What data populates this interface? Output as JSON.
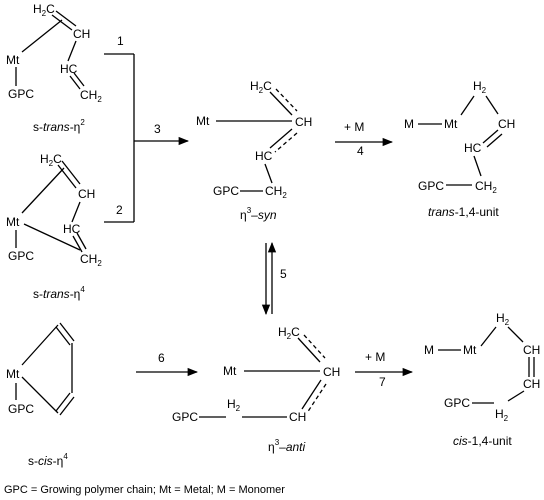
{
  "structures": {
    "s_trans_eta2": {
      "ch2_top": "H2C",
      "ch_upper": "CH",
      "mt": "Mt",
      "hc_lower": "HC",
      "gpc": "GPC",
      "ch2_bottom": "CH2",
      "caption": {
        "prefix": "s-",
        "italic": "trans",
        "mid": "-η",
        "sup": "2"
      }
    },
    "s_trans_eta4": {
      "ch2_top": "H2C",
      "ch_upper": "CH",
      "mt": "Mt",
      "hc_lower": "HC",
      "gpc": "GPC",
      "ch2_bottom": "CH2",
      "caption": {
        "prefix": "s-",
        "italic": "trans",
        "mid": "-η",
        "sup": "4"
      }
    },
    "s_cis_eta4": {
      "mt": "Mt",
      "gpc": "GPC",
      "caption": {
        "prefix": "s-",
        "italic": "cis",
        "mid": "-η",
        "sup": "4"
      }
    },
    "eta3_syn": {
      "mt": "Mt",
      "ch2_top": "H2C",
      "ch": "CH",
      "hc": "HC",
      "gpc": "GPC",
      "ch2": "CH2",
      "caption": {
        "eta": "η",
        "sup": "3",
        "dash": "–",
        "italic": "syn"
      }
    },
    "eta3_anti": {
      "mt": "Mt",
      "ch2_top": "H2C",
      "ch": "CH",
      "gpc": "GPC",
      "h2": "H2",
      "ch_low": "CH",
      "caption": {
        "eta": "η",
        "sup": "3",
        "dash": "–",
        "italic": "anti"
      }
    },
    "trans_unit": {
      "m": "M",
      "mt": "Mt",
      "h2": "H2",
      "ch": "CH",
      "hc": "HC",
      "gpc": "GPC",
      "ch2": "CH2",
      "caption": {
        "italic": "trans",
        "rest": "-1,4-unit"
      }
    },
    "cis_unit": {
      "m": "M",
      "mt": "Mt",
      "h2_top": "H2",
      "ch1": "CH",
      "ch2": "CH",
      "gpc": "GPC",
      "h2_bottom": "H2",
      "caption": {
        "italic": "cis",
        "rest": "-1,4-unit"
      }
    }
  },
  "arrows": {
    "a1": "1",
    "a2": "2",
    "a3": "3",
    "a4_top": "+ M",
    "a4": "4",
    "a5": "5",
    "a6": "6",
    "a7_top": "+ M",
    "a7": "7"
  },
  "footer": "GPC = Growing polymer chain; Mt = Metal; M = Monomer"
}
